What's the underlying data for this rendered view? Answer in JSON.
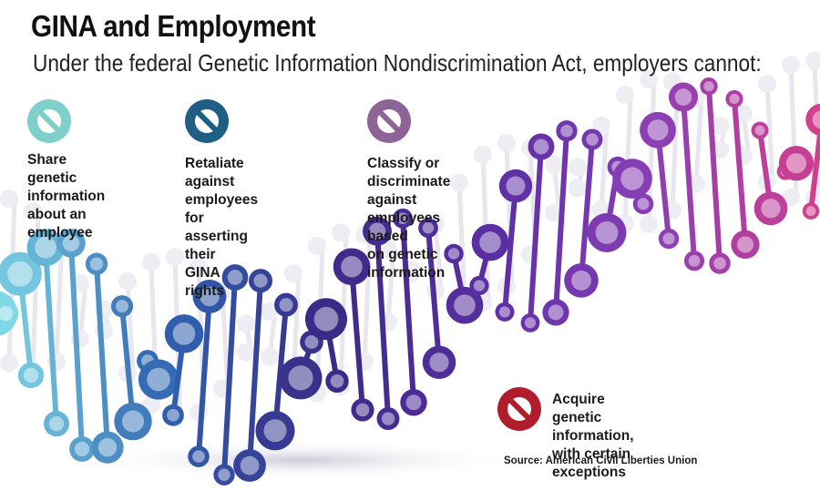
{
  "title": "GINA and Employment",
  "subtitle": "Under the federal Genetic Information Nondiscrimination Act, employers cannot:",
  "items": [
    {
      "text": "Share\ngenetic\ninformation\nabout an\nemployee",
      "color": "#7fcfcb",
      "icon": "prohibited-icon"
    },
    {
      "text": "Retaliate against\nemployees for\nasserting their\nGINA rights",
      "color": "#1e5f83",
      "icon": "prohibited-icon"
    },
    {
      "text": "Classify or\ndiscriminate against\nemployees based\non genetic\ninformation",
      "color": "#8c6496",
      "icon": "prohibited-icon"
    },
    {
      "text": "Acquire genetic information,\nwith certain exceptions",
      "color": "#b01e2b",
      "icon": "prohibited-icon"
    }
  ],
  "source": "Source: American Civil Liberties Union",
  "helix_colors": [
    "#7fd8e6",
    "#2f63b0",
    "#3a2a86",
    "#5b2fa3",
    "#8a3fb6",
    "#d43f8d"
  ]
}
